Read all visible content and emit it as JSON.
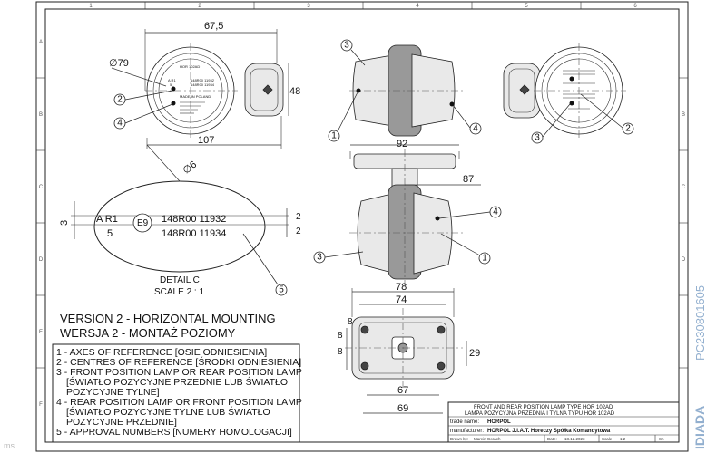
{
  "sheet": {
    "col_numbers": [
      "1",
      "2",
      "3",
      "4",
      "5",
      "6"
    ],
    "row_letters": [
      "A",
      "B",
      "C",
      "D",
      "E",
      "F"
    ]
  },
  "dims": {
    "d67_5": "67,5",
    "d79": "∅79",
    "d48": "48",
    "d107": "107",
    "d92": "92",
    "d87": "87",
    "d6": "∅6",
    "d3": "3",
    "d2a": "2",
    "d2b": "2",
    "d78": "78",
    "d74": "74",
    "d8a": "8",
    "d8b": "8",
    "d29": "29",
    "d67": "67",
    "d69": "69"
  },
  "balloons": {
    "b1": "1",
    "b2": "2",
    "b3": "3",
    "b4": "4",
    "b5": "5"
  },
  "lamp_face": {
    "hor": "HOR 102AD",
    "code1": "148R00 11932",
    "code2": "148R00 11934",
    "made": "MADE IN POLAND",
    "ar1": "A R1",
    "five": "5"
  },
  "detail": {
    "ar1": "A R1",
    "five": "5",
    "e_mark": "E9",
    "code1": "148R00 11932",
    "code2": "148R00 11934",
    "title": "DETAIL C",
    "scale": "SCALE 2 : 1"
  },
  "version": {
    "line1": "VERSION 2 - HORIZONTAL MOUNTING",
    "line2": "WERSJA 2 - MONTAŻ POZIOMY"
  },
  "legend": [
    "1 - AXES OF REFERENCE [OSIE ODNIESIENIA]",
    "2 - CENTRES OF REFERENCE [ŚRODKI ODNIESIENIA]",
    "3 - FRONT POSITION LAMP OR REAR POSITION LAMP",
    "[ŚWIATŁO POZYCYJNE PRZEDNIE LUB ŚWIATŁO",
    "POZYCYJNE TYLNE]",
    "4 - REAR POSITION LAMP OR FRONT POSITION LAMP",
    "[ŚWIATŁO POZYCYJNE TYLNE LUB ŚWIATŁO",
    "POZYCYJNE PRZEDNIE]",
    "5 - APPROVAL NUMBERS [NUMERY HOMOLOGACJI]"
  ],
  "title_block": {
    "title1": "FRONT AND REAR POSITION LAMP TYPE HOR 102AD",
    "title2": "LAMPA POZYCYJNA PRZEDNIA I TYLNA TYPU HOR 102AD",
    "trade_label": "trade name:",
    "trade_value": "HORPOL",
    "manuf_label": "manufacturer:",
    "manuf_value": "HORPOL J.I.A.T. Horeczy Spółka Komandytowa",
    "drawn_label": "Drawn by:",
    "drawn_value": "Marcin Gorach",
    "date_label": "Date:",
    "date_value": "18.12.2023",
    "scale_label": "Scale",
    "scale_value": "1:2",
    "sheet_label": "Sh"
  },
  "watermark": {
    "brand": "IDIADA",
    "code": "PC230801605"
  },
  "corner_mark": "ms"
}
